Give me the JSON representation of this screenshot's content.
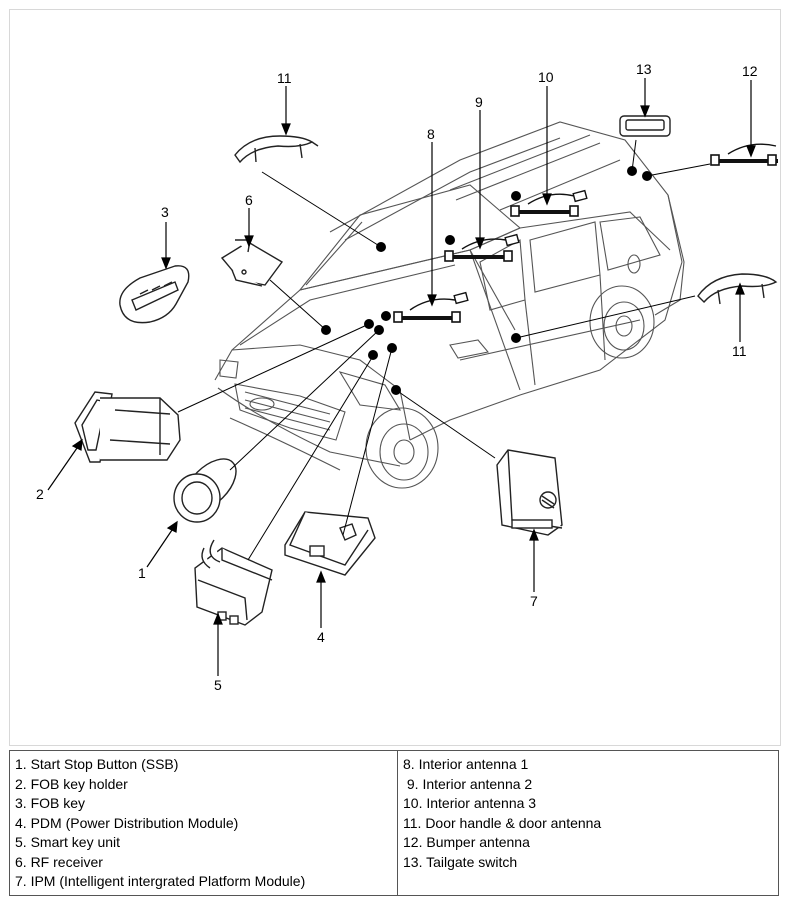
{
  "callouts": [
    "1",
    "2",
    "3",
    "4",
    "5",
    "6",
    "7",
    "8",
    "9",
    "10",
    "11",
    "11",
    "12",
    "13"
  ],
  "legend": {
    "left": [
      "1. Start Stop Button (SSB)",
      "2. FOB key holder",
      "3. FOB key",
      "4. PDM (Power Distribution Module)",
      "5. Smart key unit",
      "6. RF receiver",
      "7. IPM (Intelligent intergrated Platform Module)"
    ],
    "right": [
      "8. Interior antenna 1",
      " 9. Interior antenna 2",
      "10. Interior antenna 3",
      "11. Door handle & door antenna",
      "12. Bumper antenna",
      "13. Tailgate switch"
    ]
  }
}
